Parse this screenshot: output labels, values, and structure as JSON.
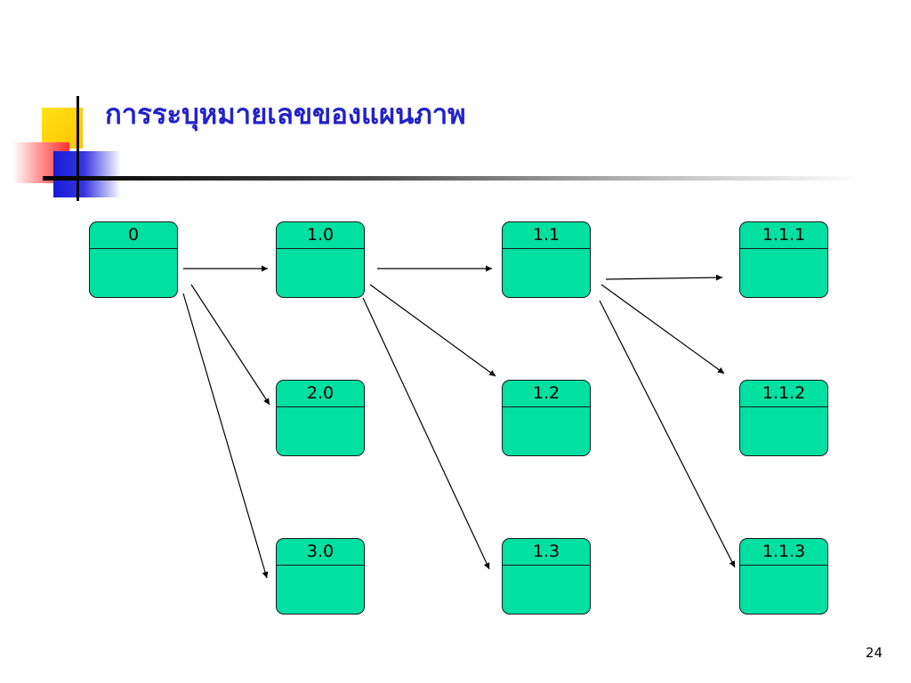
{
  "slide": {
    "title": "การระบุหมายเลขของแผนภาพ",
    "page_number": "24"
  },
  "diagram": {
    "processes": [
      {
        "id": "p0",
        "label": "0"
      },
      {
        "id": "p10",
        "label": "1.0"
      },
      {
        "id": "p20",
        "label": "2.0"
      },
      {
        "id": "p30",
        "label": "3.0"
      },
      {
        "id": "p11",
        "label": "1.1"
      },
      {
        "id": "p12",
        "label": "1.2"
      },
      {
        "id": "p13",
        "label": "1.3"
      },
      {
        "id": "p111",
        "label": "1.1.1"
      },
      {
        "id": "p112",
        "label": "1.1.2"
      },
      {
        "id": "p113",
        "label": "1.1.3"
      }
    ],
    "edges": [
      {
        "from": "0",
        "to": "1.0"
      },
      {
        "from": "0",
        "to": "2.0"
      },
      {
        "from": "0",
        "to": "3.0"
      },
      {
        "from": "1.0",
        "to": "1.1"
      },
      {
        "from": "1.0",
        "to": "1.2"
      },
      {
        "from": "1.0",
        "to": "1.3"
      },
      {
        "from": "1.1",
        "to": "1.1.1"
      },
      {
        "from": "1.1",
        "to": "1.1.2"
      },
      {
        "from": "1.1",
        "to": "1.1.3"
      }
    ],
    "colors": {
      "process_fill": "#00e0a0",
      "title": "#2222cc"
    }
  }
}
